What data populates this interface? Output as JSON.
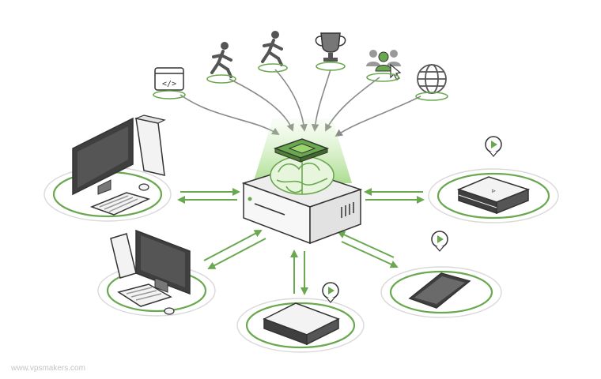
{
  "watermark": "www.vpsmakers.com",
  "colors": {
    "accent": "#6aa84f",
    "line": "#8a8a8a",
    "outline": "#333333",
    "screen": "#3f3f3f",
    "chip": "#7cc24a",
    "glow": "#b9e39a"
  },
  "icons": [
    "code-window-icon",
    "runner-icon",
    "runner-icon",
    "trophy-icon",
    "community-click-icon",
    "globe-icon"
  ],
  "devices": [
    "desktop-pc",
    "desktop-pc",
    "game-console",
    "tablet",
    "set-top-box"
  ],
  "central_node": "cloud-gaming-server",
  "stream_badges": [
    "play-badge-icon",
    "play-badge-icon",
    "play-badge-icon"
  ]
}
